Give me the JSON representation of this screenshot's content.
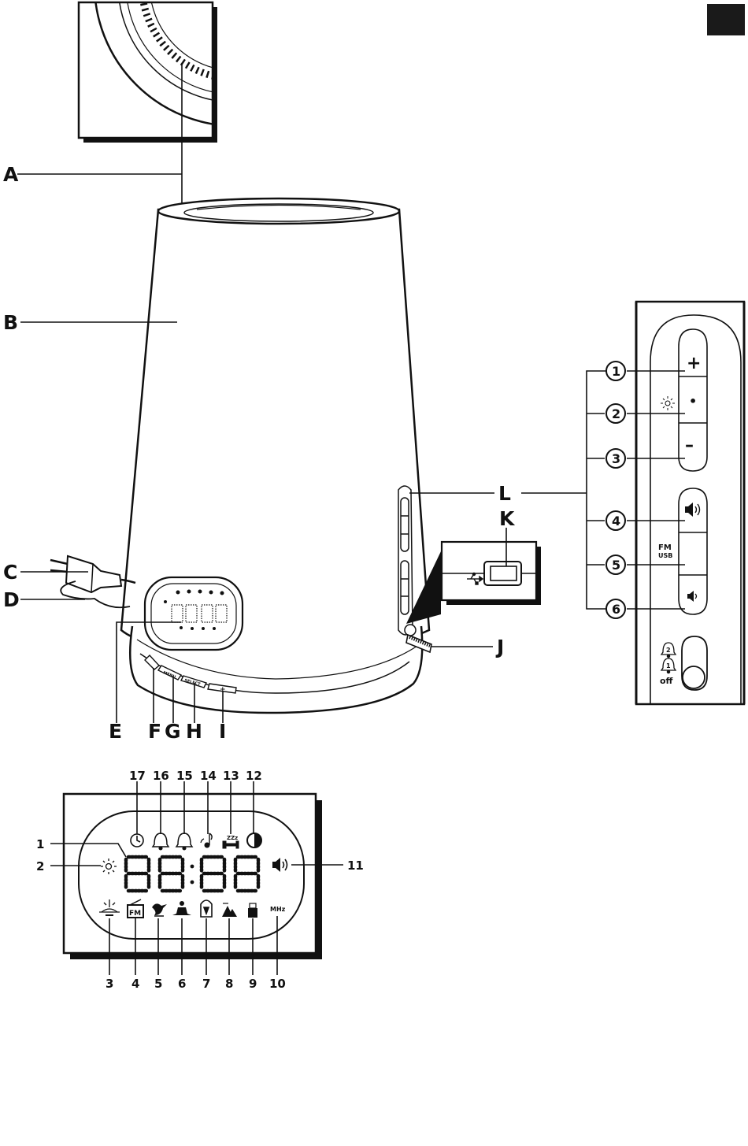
{
  "corner_tab": {
    "color": "#1a1a1a"
  },
  "part_labels": {
    "A": "A",
    "B": "B",
    "C": "C",
    "D": "D",
    "E": "E",
    "F": "F",
    "G": "G",
    "H": "H",
    "I": "I",
    "J": "J",
    "K": "K",
    "L": "L"
  },
  "base_buttons": {
    "menu": "MENU",
    "select": "SELECT",
    "plus": "+"
  },
  "side_panel": {
    "callouts": [
      "1",
      "2",
      "3",
      "4",
      "5",
      "6"
    ],
    "brightness_plus": "+",
    "brightness_dot": "•",
    "brightness_minus": "–",
    "source_line1": "FM",
    "source_line2": "USB",
    "switch_alarm2": "2",
    "switch_alarm1": "1",
    "switch_off": "off"
  },
  "lcd": {
    "top_callouts": [
      "17",
      "16",
      "15",
      "14",
      "13",
      "12"
    ],
    "bottom_callouts": [
      "3",
      "4",
      "5",
      "6",
      "7",
      "8",
      "9",
      "10"
    ],
    "left_callouts": [
      "1",
      "2"
    ],
    "right_callouts": [
      "11"
    ],
    "fm_icon_text": "FM",
    "snooze_text": "ZZz",
    "mhz_text": "MHz",
    "icon_names": [
      "clock-icon",
      "alarm1-icon",
      "alarm2-icon",
      "music-note-icon",
      "snooze-bed-icon",
      "contrast-icon",
      "volume-icon",
      "sun-icon",
      "sunrise-icon",
      "fm-radio-icon",
      "bird-icon",
      "meditation-icon",
      "lantern-icon",
      "forest-icon",
      "usb-icon",
      "mhz-unit"
    ]
  }
}
